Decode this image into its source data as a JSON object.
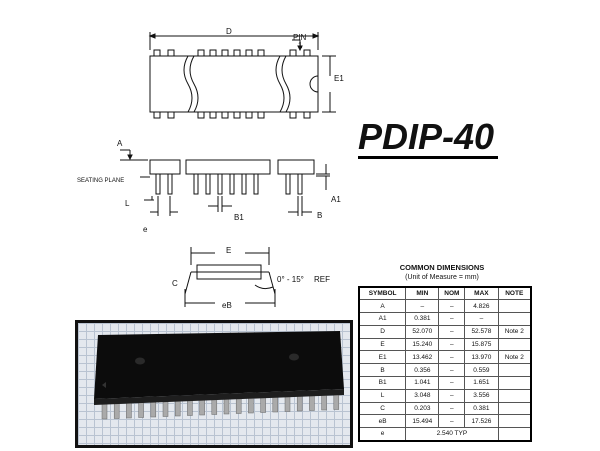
{
  "title": "PDIP-40",
  "drawing": {
    "top_view": {
      "D": "D",
      "PIN": "PIN",
      "pin_one": "1",
      "E1": "E1"
    },
    "side_view": {
      "A": "A",
      "seating_plane": "SEATING PLANE",
      "L": "L",
      "e": "e",
      "B1": "B1",
      "A1": "A1",
      "B": "B"
    },
    "end_view": {
      "E": "E",
      "C": "C",
      "angle": "0° - 15°",
      "ref": "REF",
      "eB": "eB"
    }
  },
  "table": {
    "title": "COMMON DIMENSIONS",
    "subtitle": "(Unit of Measure = mm)",
    "headers": [
      "SYMBOL",
      "MIN",
      "NOM",
      "MAX",
      "NOTE"
    ],
    "rows": [
      [
        "A",
        "–",
        "–",
        "4.826",
        ""
      ],
      [
        "A1",
        "0.381",
        "–",
        "–",
        ""
      ],
      [
        "D",
        "52.070",
        "–",
        "52.578",
        "Note 2"
      ],
      [
        "E",
        "15.240",
        "–",
        "15.875",
        ""
      ],
      [
        "E1",
        "13.462",
        "–",
        "13.970",
        "Note 2"
      ],
      [
        "B",
        "0.356",
        "–",
        "0.559",
        ""
      ],
      [
        "B1",
        "1.041",
        "–",
        "1.651",
        ""
      ],
      [
        "L",
        "3.048",
        "–",
        "3.556",
        ""
      ],
      [
        "C",
        "0.203",
        "–",
        "0.381",
        ""
      ],
      [
        "eB",
        "15.494",
        "–",
        "17.526",
        ""
      ]
    ],
    "last_row": {
      "symbol": "e",
      "value": "2.540 TYP"
    }
  }
}
